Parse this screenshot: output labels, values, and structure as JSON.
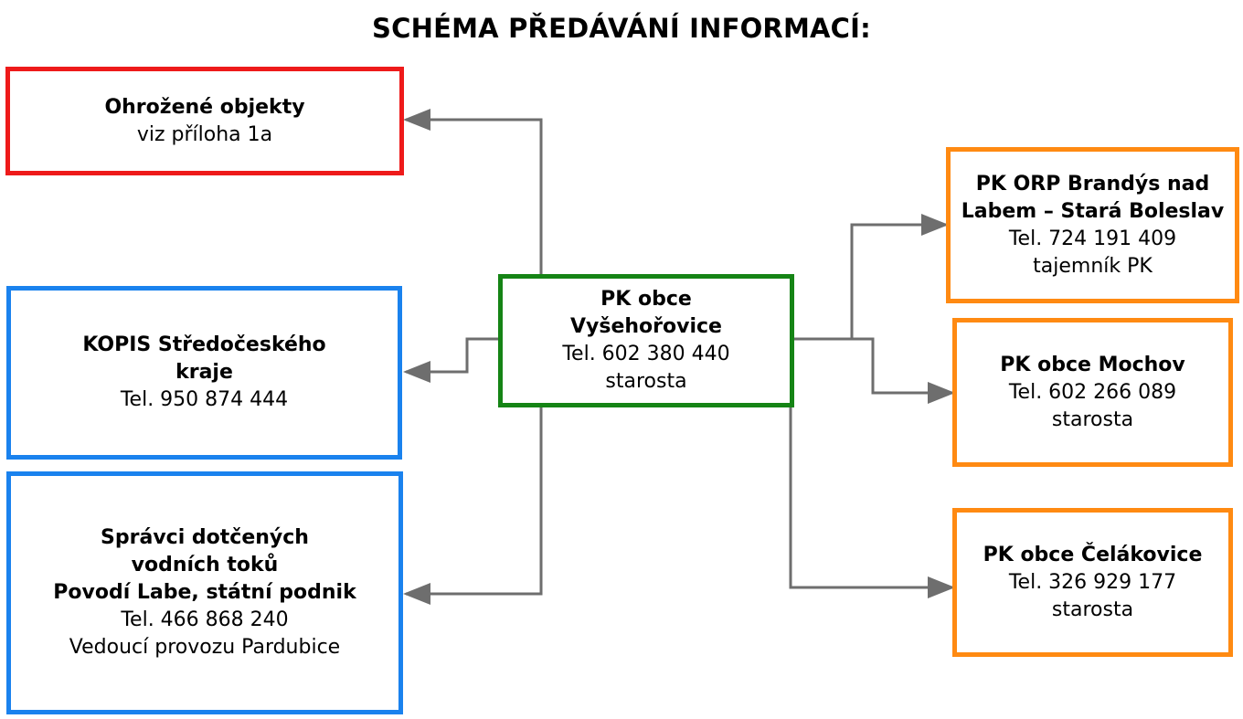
{
  "title": "SCHÉMA PŘEDÁVÁNÍ INFORMACÍ:",
  "center": {
    "line1": "PK obce",
    "line2": "Vyšehořovice",
    "phone": "Tel. 602 380 440",
    "role": "starosta",
    "color": "#158415"
  },
  "left": [
    {
      "bold1": "Ohrožené objekty",
      "text1": "viz příloha 1a",
      "color": "#ee1a1a"
    },
    {
      "bold1": "KOPIS Středočeského",
      "bold2": "kraje",
      "text1": "Tel. 950 874 444",
      "color": "#1a82ee"
    },
    {
      "bold1": "Správci dotčených",
      "bold2": "vodních toků",
      "bold3": "Povodí Labe, státní podnik",
      "text1": "Tel. 466 868 240",
      "text2": "Vedoucí provozu Pardubice",
      "color": "#1a82ee"
    }
  ],
  "right": [
    {
      "bold1": "PK ORP Brandýs nad",
      "bold2": "Labem – Stará Boleslav",
      "text1": "Tel.  724 191 409",
      "text2": "tajemník PK",
      "color": "#ff8a12"
    },
    {
      "bold1": "PK obce Mochov",
      "text1": "Tel. 602 266 089",
      "text2": "starosta",
      "color": "#ff8a12"
    },
    {
      "bold1": "PK obce Čelákovice",
      "text1": "Tel. 326 929 177",
      "text2": "starosta",
      "color": "#ff8a12"
    }
  ],
  "connector_color": "#6e6e6e"
}
